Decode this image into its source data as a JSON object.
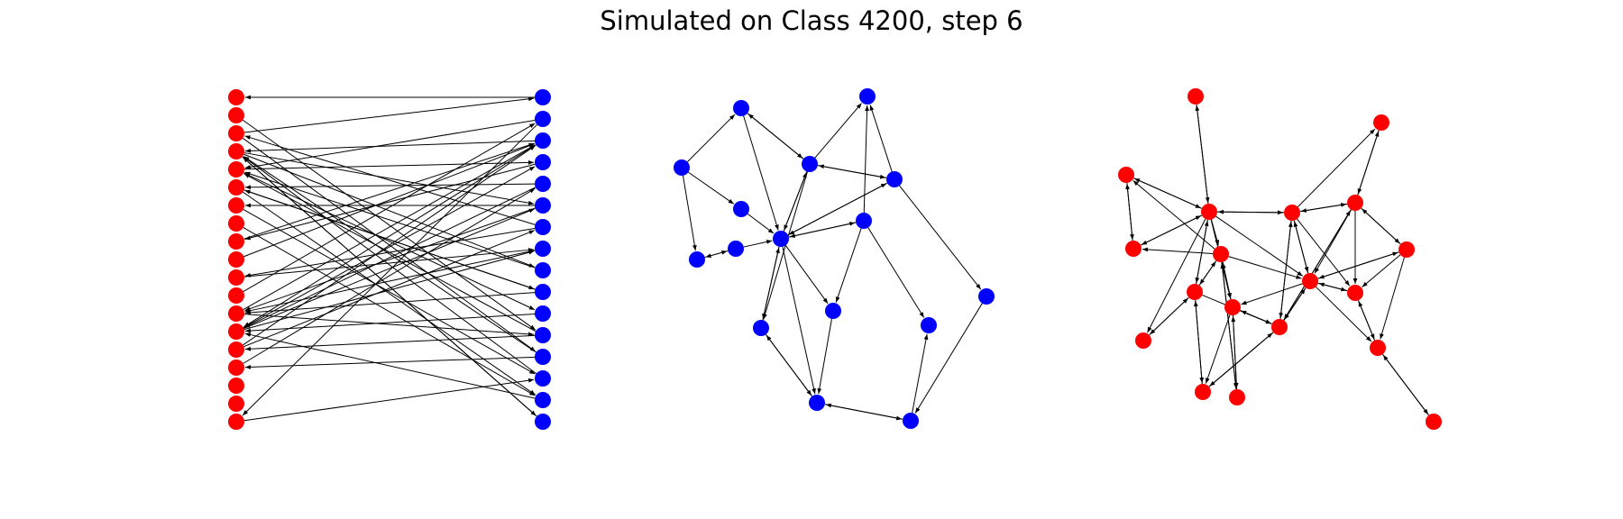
{
  "title": "Simulated on Class 4200, step 6",
  "colors": {
    "red": "#ff0000",
    "blue": "#0000ff",
    "edge": "#000000"
  },
  "panels": [
    {
      "name": "bipartite",
      "note": "left column red nodes, right column blue nodes, directed edges between columns"
    },
    {
      "name": "blue-graph"
    },
    {
      "name": "red-graph"
    }
  ]
}
